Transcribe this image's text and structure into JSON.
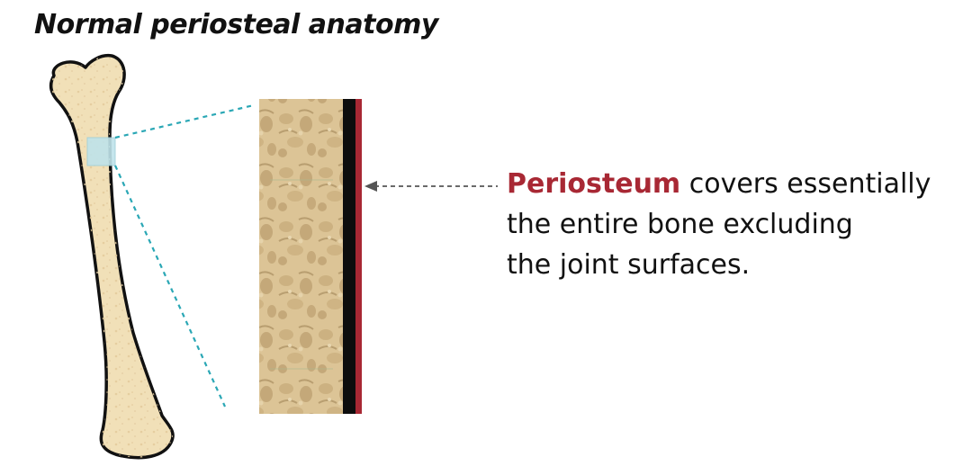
{
  "title": "Normal periosteal anatomy",
  "callout": {
    "term": "Periosteum",
    "line1_rest": " covers essentially",
    "line2": "the entire bone excluding",
    "line3": "the joint surfaces."
  },
  "colors": {
    "bone_fill": "#f1e0b8",
    "bone_outline": "#111111",
    "cortex_texture": "#d8bf90",
    "cortex_dark": "#b89a6a",
    "periosteum": "#a82834",
    "cortical_edge": "#0d0d0d",
    "zoom_box": "#bfe3ea",
    "zoom_line": "#2aa7b5",
    "arrow": "#555555",
    "term_color": "#a82834"
  }
}
